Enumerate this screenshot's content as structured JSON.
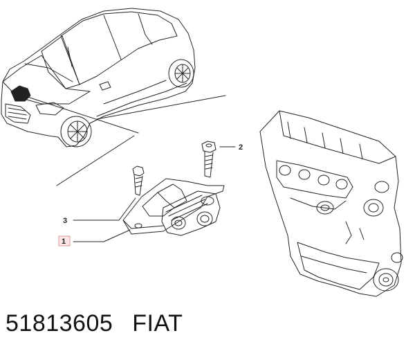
{
  "callouts": [
    {
      "id": "1",
      "highlighted": true
    },
    {
      "id": "2",
      "highlighted": false
    },
    {
      "id": "3",
      "highlighted": false
    }
  ],
  "caption": {
    "part_number": "51813605",
    "brand": "FIAT"
  },
  "colors": {
    "line": "#222222",
    "highlight_fill": "#fde4e4",
    "highlight_stroke": "#d99a9a"
  }
}
